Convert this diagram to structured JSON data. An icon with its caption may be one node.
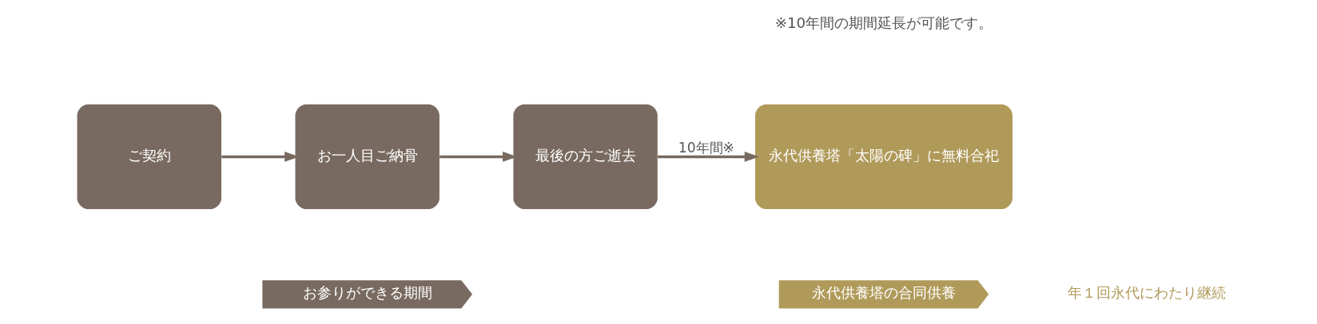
{
  "diagram": {
    "nodes": [
      {
        "text": [
          "ご契約"
        ]
      },
      {
        "text": [
          "お一人目ご納骨"
        ]
      },
      {
        "text": [
          "最後の方ご逝去"
        ]
      },
      {
        "text": [
          "永代供養塔「太陽の碑」に無料合祀"
        ]
      },
      {
        "text": [
          "お参りができる期間"
        ]
      },
      {
        "text": [
          "永代供養塔の合同供養"
        ]
      }
    ],
    "labels": [
      "※10年間の期間延長が可能です。",
      "年１回永代にわたり継続"
    ],
    "edges": [
      {
        "from": 0,
        "to": 1,
        "arrow": "to"
      },
      {
        "from": 1,
        "to": 2,
        "arrow": "to"
      },
      {
        "from": 2,
        "to": 3,
        "arrow": "to",
        "label": "10年間※"
      }
    ]
  }
}
